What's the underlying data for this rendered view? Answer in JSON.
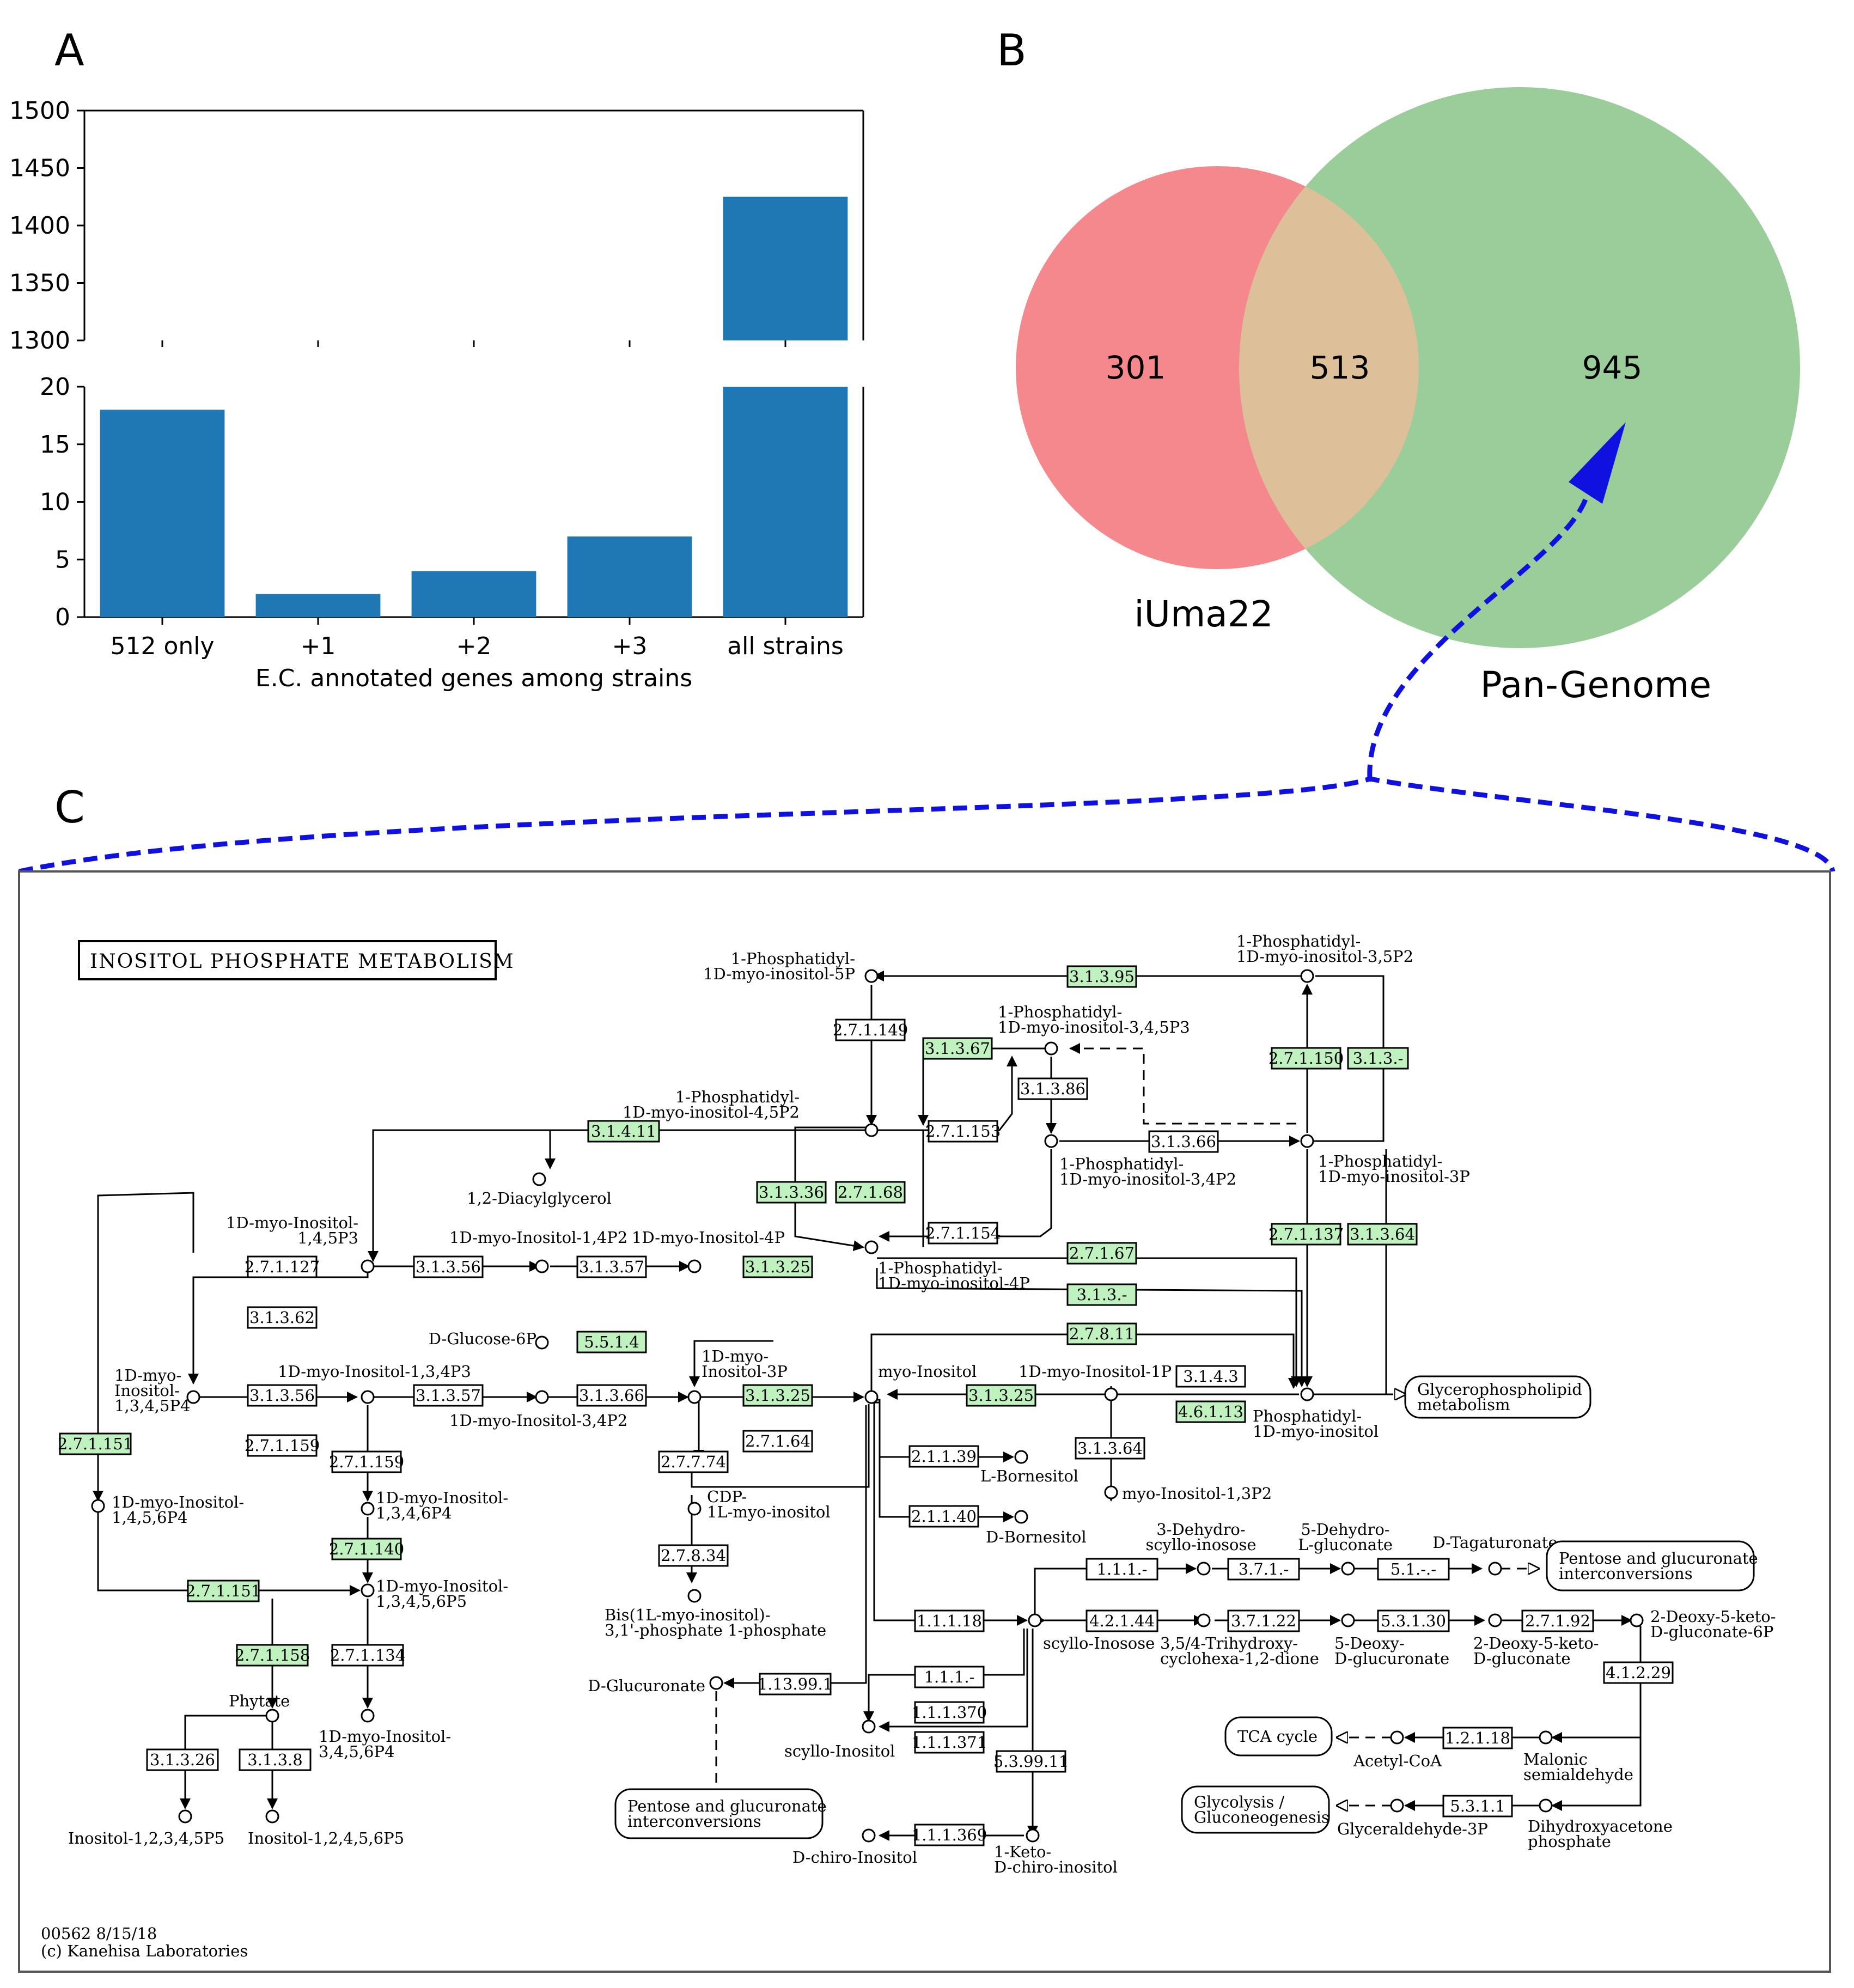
{
  "panels": {
    "a": "A",
    "b": "B",
    "c": "C"
  },
  "chart_data": [
    {
      "type": "bar",
      "broken_y_axis": true,
      "categories": [
        "512 only",
        "+1",
        "+2",
        "+3",
        "all strains"
      ],
      "values": [
        18,
        2,
        4,
        7,
        1425
      ],
      "xlabel": "E.C. annotated genes among strains",
      "ylabel": "",
      "upper_ylim": [
        1300,
        1500
      ],
      "upper_yticks": [
        1300,
        1350,
        1400,
        1450,
        1500
      ],
      "lower_ylim": [
        0,
        20
      ],
      "lower_yticks": [
        0,
        5,
        10,
        15,
        20
      ],
      "color": "#1f77b4"
    },
    {
      "type": "venn",
      "sets": [
        "iUma22",
        "Pan-Genome"
      ],
      "only_a": "301",
      "intersection": "513",
      "only_b": "945",
      "colors": {
        "a": "#f4888c",
        "b": "#9acd99",
        "overlap": "#ddbf9a"
      }
    }
  ],
  "colors": {
    "arrow": "#1010e0",
    "green_ec": "#bff2bf"
  },
  "pathway": {
    "title": "INOSITOL PHOSPHATE METABOLISM",
    "footer1": "00562 8/15/18",
    "footer2": "(c) Kanehisa Laboratories",
    "ec": [
      {
        "id": "e1",
        "label": "3.1.3.95",
        "green": true
      },
      {
        "id": "e2",
        "label": "2.7.1.149",
        "green": false
      },
      {
        "id": "e3",
        "label": "3.1.3.67",
        "green": true
      },
      {
        "id": "e4",
        "label": "3.1.3.86",
        "green": false
      },
      {
        "id": "e5",
        "label": "2.7.1.150",
        "green": true
      },
      {
        "id": "e6",
        "label": "3.1.3.-",
        "green": true
      },
      {
        "id": "e7",
        "label": "3.1.4.11",
        "green": true
      },
      {
        "id": "e8",
        "label": "2.7.1.153",
        "green": false
      },
      {
        "id": "e9",
        "label": "3.1.3.66",
        "green": false
      },
      {
        "id": "e10",
        "label": "3.1.3.36",
        "green": true
      },
      {
        "id": "e11",
        "label": "2.7.1.68",
        "green": true
      },
      {
        "id": "e12",
        "label": "2.7.1.154",
        "green": false
      },
      {
        "id": "e13",
        "label": "2.7.1.137",
        "green": true
      },
      {
        "id": "e14",
        "label": "3.1.3.64",
        "green": true
      },
      {
        "id": "e15",
        "label": "2.7.1.127",
        "green": false
      },
      {
        "id": "e16",
        "label": "3.1.3.56",
        "green": false
      },
      {
        "id": "e17",
        "label": "3.1.3.57",
        "green": false
      },
      {
        "id": "e18",
        "label": "3.1.3.25",
        "green": true
      },
      {
        "id": "e19",
        "label": "2.7.1.67",
        "green": true
      },
      {
        "id": "e20",
        "label": "3.1.3.-",
        "green": true
      },
      {
        "id": "e21",
        "label": "3.1.3.62",
        "green": false
      },
      {
        "id": "e22",
        "label": "5.5.1.4",
        "green": true
      },
      {
        "id": "e23",
        "label": "2.7.8.11",
        "green": true
      },
      {
        "id": "e24",
        "label": "3.1.3.56",
        "green": false
      },
      {
        "id": "e25",
        "label": "3.1.3.57",
        "green": false
      },
      {
        "id": "e26",
        "label": "3.1.3.66",
        "green": false
      },
      {
        "id": "e27",
        "label": "3.1.3.25",
        "green": true
      },
      {
        "id": "e28",
        "label": "3.1.3.25",
        "green": true
      },
      {
        "id": "e29",
        "label": "3.1.4.3",
        "green": false
      },
      {
        "id": "e30",
        "label": "4.6.1.13",
        "green": true
      },
      {
        "id": "e31",
        "label": "2.7.1.151",
        "green": true
      },
      {
        "id": "e32",
        "label": "2.7.1.159",
        "green": false
      },
      {
        "id": "e33",
        "label": "2.7.1.159",
        "green": false
      },
      {
        "id": "e34",
        "label": "2.7.1.64",
        "green": false
      },
      {
        "id": "e35",
        "label": "2.7.7.74",
        "green": false
      },
      {
        "id": "e36",
        "label": "2.1.1.39",
        "green": false
      },
      {
        "id": "e37",
        "label": "3.1.3.64",
        "green": false
      },
      {
        "id": "e38",
        "label": "2.7.1.140",
        "green": true
      },
      {
        "id": "e39",
        "label": "2.7.8.34",
        "green": false
      },
      {
        "id": "e40",
        "label": "2.1.1.40",
        "green": false
      },
      {
        "id": "e41",
        "label": "1.1.1.-",
        "green": false
      },
      {
        "id": "e42",
        "label": "3.7.1.-",
        "green": false
      },
      {
        "id": "e43",
        "label": "5.1.-.-",
        "green": false
      },
      {
        "id": "e44",
        "label": "2.7.1.151",
        "green": true
      },
      {
        "id": "e45",
        "label": "1.1.1.18",
        "green": false
      },
      {
        "id": "e46",
        "label": "4.2.1.44",
        "green": false
      },
      {
        "id": "e47",
        "label": "3.7.1.22",
        "green": false
      },
      {
        "id": "e48",
        "label": "5.3.1.30",
        "green": false
      },
      {
        "id": "e49",
        "label": "2.7.1.92",
        "green": false
      },
      {
        "id": "e50",
        "label": "2.7.1.158",
        "green": true
      },
      {
        "id": "e51",
        "label": "2.7.1.134",
        "green": false
      },
      {
        "id": "e52",
        "label": "1.13.99.1",
        "green": false
      },
      {
        "id": "e53",
        "label": "1.1.1.-",
        "green": false
      },
      {
        "id": "e54",
        "label": "4.1.2.29",
        "green": false
      },
      {
        "id": "e55",
        "label": "1.1.1.370",
        "green": false
      },
      {
        "id": "e56",
        "label": "1.1.1.371",
        "green": false
      },
      {
        "id": "e57",
        "label": "3.1.3.26",
        "green": false
      },
      {
        "id": "e58",
        "label": "3.1.3.8",
        "green": false
      },
      {
        "id": "e59",
        "label": "5.3.99.11",
        "green": false
      },
      {
        "id": "e60",
        "label": "1.2.1.18",
        "green": false
      },
      {
        "id": "e61",
        "label": "5.3.1.1",
        "green": false
      },
      {
        "id": "e62",
        "label": "1.1.1.369",
        "green": false
      }
    ],
    "compounds": [
      {
        "id": "c1",
        "lines": [
          "1-Phosphatidyl-",
          "1D-myo-inositol-5P"
        ]
      },
      {
        "id": "c2",
        "lines": [
          "1-Phosphatidyl-",
          "1D-myo-inositol-3,4,5P3"
        ]
      },
      {
        "id": "c3",
        "lines": [
          "1-Phosphatidyl-",
          "1D-myo-inositol-3,5P2"
        ]
      },
      {
        "id": "c4",
        "lines": [
          "1-Phosphatidyl-",
          "1D-myo-inositol-4,5P2"
        ]
      },
      {
        "id": "c5",
        "lines": [
          "1,2-Diacylglycerol"
        ]
      },
      {
        "id": "c6",
        "lines": [
          "1-Phosphatidyl-",
          "1D-myo-inositol-3,4P2"
        ]
      },
      {
        "id": "c7",
        "lines": [
          "1-Phosphatidyl-",
          "1D-myo-inositol-3P"
        ]
      },
      {
        "id": "c8",
        "lines": [
          "1D-myo-Inositol-",
          "1,4,5P3"
        ]
      },
      {
        "id": "c9",
        "lines": [
          "1D-myo-Inositol-1,4P2"
        ]
      },
      {
        "id": "c10",
        "lines": [
          "1D-myo-Inositol-4P"
        ]
      },
      {
        "id": "c11",
        "lines": [
          "1-Phosphatidyl-",
          "1D-myo-inositol-4P"
        ]
      },
      {
        "id": "c12",
        "lines": [
          "D-Glucose-6P"
        ]
      },
      {
        "id": "c13",
        "lines": [
          "1D-myo-",
          "Inositol-3P"
        ]
      },
      {
        "id": "c14",
        "lines": [
          "myo-Inositol"
        ]
      },
      {
        "id": "c15",
        "lines": [
          "1D-myo-Inositol-1P"
        ]
      },
      {
        "id": "c16",
        "lines": [
          "1D-myo-",
          "Inositol-",
          "1,3,4,5P4"
        ]
      },
      {
        "id": "c17",
        "lines": [
          "1D-myo-Inositol-1,3,4P3"
        ]
      },
      {
        "id": "c18",
        "lines": [
          "1D-myo-Inositol-3,4P2"
        ]
      },
      {
        "id": "c19",
        "lines": [
          "Phosphatidyl-",
          "1D-myo-inositol"
        ]
      },
      {
        "id": "c20",
        "lines": [
          "1D-myo-Inositol-",
          "1,4,5,6P4"
        ]
      },
      {
        "id": "c21",
        "lines": [
          "1D-myo-Inositol-",
          "1,3,4,6P4"
        ]
      },
      {
        "id": "c22",
        "lines": [
          "CDP-",
          "1L-myo-inositol"
        ]
      },
      {
        "id": "c23",
        "lines": [
          "L-Bornesitol"
        ]
      },
      {
        "id": "c24",
        "lines": [
          "myo-Inositol-1,3P2"
        ]
      },
      {
        "id": "c25",
        "lines": [
          "D-Bornesitol"
        ]
      },
      {
        "id": "c26",
        "lines": [
          "3-Dehydro-",
          "scyllo-inosose"
        ]
      },
      {
        "id": "c27",
        "lines": [
          "5-Dehydro-",
          "L-gluconate"
        ]
      },
      {
        "id": "c28",
        "lines": [
          "D-Tagaturonate"
        ]
      },
      {
        "id": "c29",
        "lines": [
          "1D-myo-Inositol-",
          "1,3,4,5,6P5"
        ]
      },
      {
        "id": "c30",
        "lines": [
          "Bis(1L-myo-inositol)-",
          "3,1'-phosphate 1-phosphate"
        ]
      },
      {
        "id": "c31",
        "lines": [
          "scyllo-Inosose"
        ]
      },
      {
        "id": "c32",
        "lines": [
          "3,5/4-Trihydroxy-",
          "cyclohexa-1,2-dione"
        ]
      },
      {
        "id": "c33",
        "lines": [
          "5-Deoxy-",
          "D-glucuronate"
        ]
      },
      {
        "id": "c34",
        "lines": [
          "2-Deoxy-5-keto-",
          "D-gluconate"
        ]
      },
      {
        "id": "c35",
        "lines": [
          "2-Deoxy-5-keto-",
          "D-gluconate-6P"
        ]
      },
      {
        "id": "c36",
        "lines": [
          "Phytate"
        ]
      },
      {
        "id": "c37",
        "lines": [
          "D-Glucuronate"
        ]
      },
      {
        "id": "c38",
        "lines": [
          "1D-myo-Inositol-",
          "3,4,5,6P4"
        ]
      },
      {
        "id": "c39",
        "lines": [
          "scyllo-Inositol"
        ]
      },
      {
        "id": "c40",
        "lines": [
          "Acetyl-CoA"
        ]
      },
      {
        "id": "c41",
        "lines": [
          "Malonic",
          "semialdehyde"
        ]
      },
      {
        "id": "c42",
        "lines": [
          "Inositol-1,2,3,4,5P5"
        ]
      },
      {
        "id": "c43",
        "lines": [
          "Inositol-1,2,4,5,6P5"
        ]
      },
      {
        "id": "c44",
        "lines": [
          "D-chiro-Inositol"
        ]
      },
      {
        "id": "c45",
        "lines": [
          "1-Keto-",
          "D-chiro-inositol"
        ]
      },
      {
        "id": "c46",
        "lines": [
          "Glyceraldehyde-3P"
        ]
      },
      {
        "id": "c47",
        "lines": [
          "Dihydroxyacetone",
          "phosphate"
        ]
      }
    ],
    "maps": [
      {
        "id": "m1",
        "lines": [
          "Glycerophospholipid",
          "metabolism"
        ]
      },
      {
        "id": "m2",
        "lines": [
          "Pentose and glucuronate",
          "interconversions"
        ]
      },
      {
        "id": "m3",
        "lines": [
          "Pentose and glucuronate",
          "interconversions"
        ]
      },
      {
        "id": "m4",
        "lines": [
          "TCA cycle"
        ]
      },
      {
        "id": "m5",
        "lines": [
          "Glycolysis /",
          "Gluconeogenesis"
        ]
      }
    ]
  }
}
